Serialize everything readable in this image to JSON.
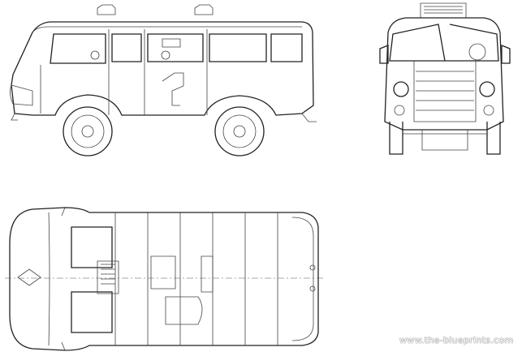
{
  "watermark": "www.the-blueprints.com",
  "views": [
    "side-view",
    "front-view",
    "top-view"
  ]
}
